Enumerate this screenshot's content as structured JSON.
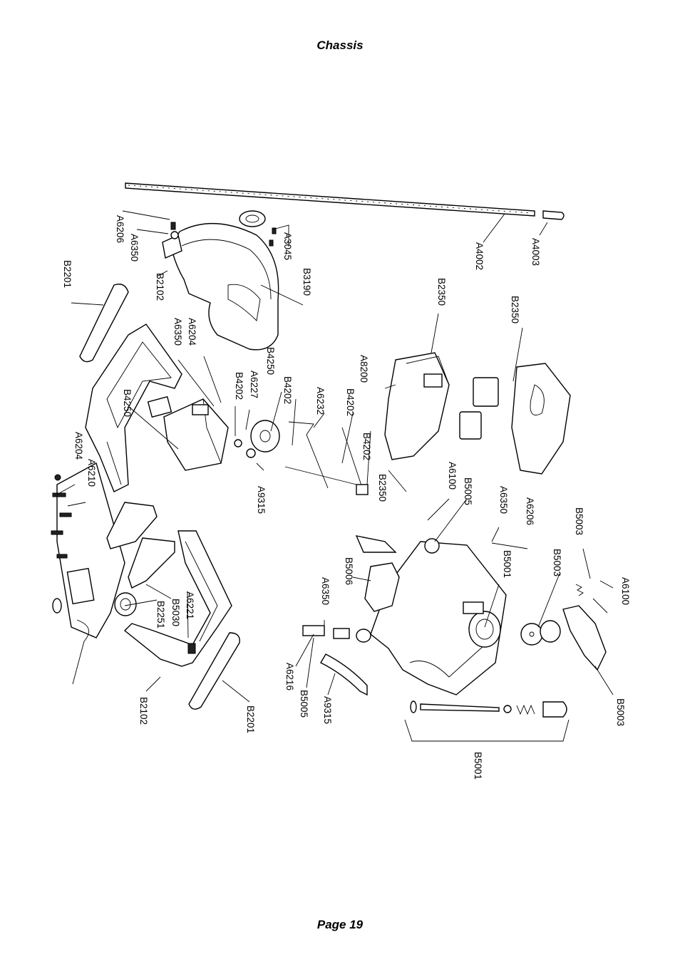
{
  "page": {
    "title": "Chassis",
    "footer": "Page 19"
  },
  "labels": {
    "A4002": "A4002",
    "A4003": "A4003",
    "A6206_top": "A6206",
    "A6350_top": "A6350",
    "A3045": "A3045",
    "B3190": "B3190",
    "B2201_top": "B2201",
    "B2102_top": "B2102",
    "A6204_top": "A6204",
    "A6350_mid": "A6350",
    "B4250_top": "B4250",
    "B4202_a": "B4202",
    "A6227": "A6227",
    "B4202_b": "B4202",
    "A6232": "A6232",
    "B4202_c": "B4202",
    "B4202_d": "B4202",
    "A9315_top": "A9315",
    "B4250_left": "B4250",
    "A6204_left": "A6204",
    "A6210": "A6210",
    "B2350_a": "B2350",
    "B2350_b": "B2350",
    "A8200": "A8200",
    "B2350_c": "B2350",
    "A6100_top": "A6100",
    "B5005_top": "B5005",
    "A6350_right": "A6350",
    "A6206_right": "A6206",
    "B5003_a": "B5003",
    "B5001_mid": "B5001",
    "B5003_b": "B5003",
    "A6100_right": "A6100",
    "B5003_c": "B5003",
    "B5006": "B5006",
    "A6350_low": "A6350",
    "A6216": "A6216",
    "B5005_low": "B5005",
    "A9315_low": "A9315",
    "B5001_low": "B5001",
    "A6221": "A6221",
    "B5030": "B5030",
    "B2251": "B2251",
    "B2102_low": "B2102",
    "B2201_low": "B2201"
  }
}
